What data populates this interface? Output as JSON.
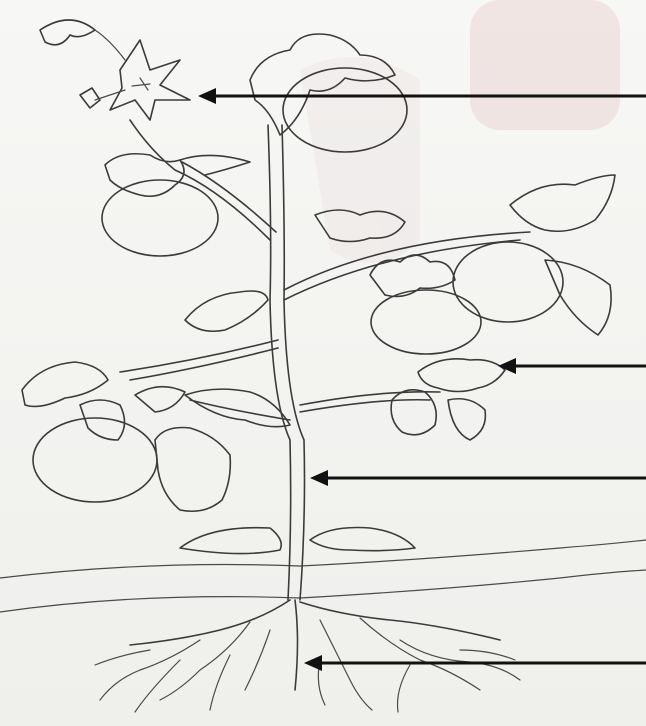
{
  "diagram": {
    "subject": "tomato-plant",
    "background_color": "#f4f4f2",
    "line_color": "#3b3b3b",
    "arrow_color": "#111111",
    "watermark_color": "#e7d4d4",
    "labels": [
      {
        "part": "flower",
        "text": ""
      },
      {
        "part": "leaf",
        "text": ""
      },
      {
        "part": "stem",
        "text": ""
      },
      {
        "part": "root",
        "text": ""
      }
    ]
  }
}
